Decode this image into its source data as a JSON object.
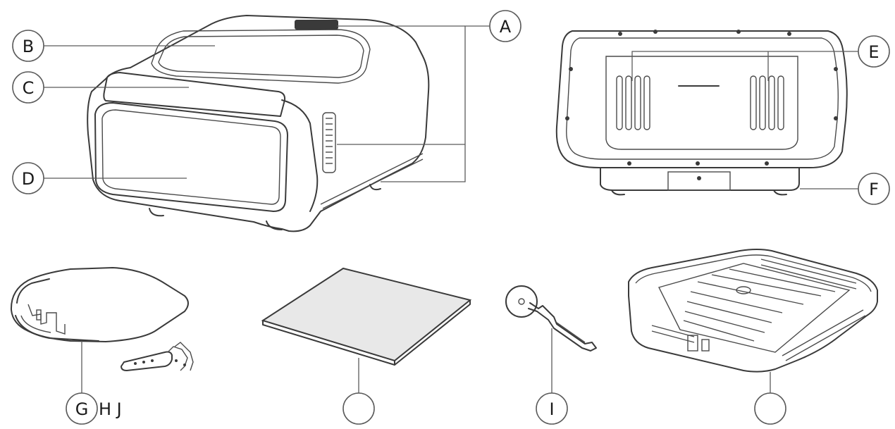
{
  "callouts": {
    "a": "A",
    "b": "B",
    "c": "C",
    "d": "D",
    "e": "E",
    "f": "F",
    "g": "G",
    "h_j": "H J",
    "i": "I",
    "blank_1": "",
    "blank_2": ""
  },
  "components": [
    "front-view-unit",
    "rear-view-unit",
    "drip-tray",
    "tray-handle",
    "baking-sheet",
    "pizza-cutter",
    "crisper-basket"
  ]
}
